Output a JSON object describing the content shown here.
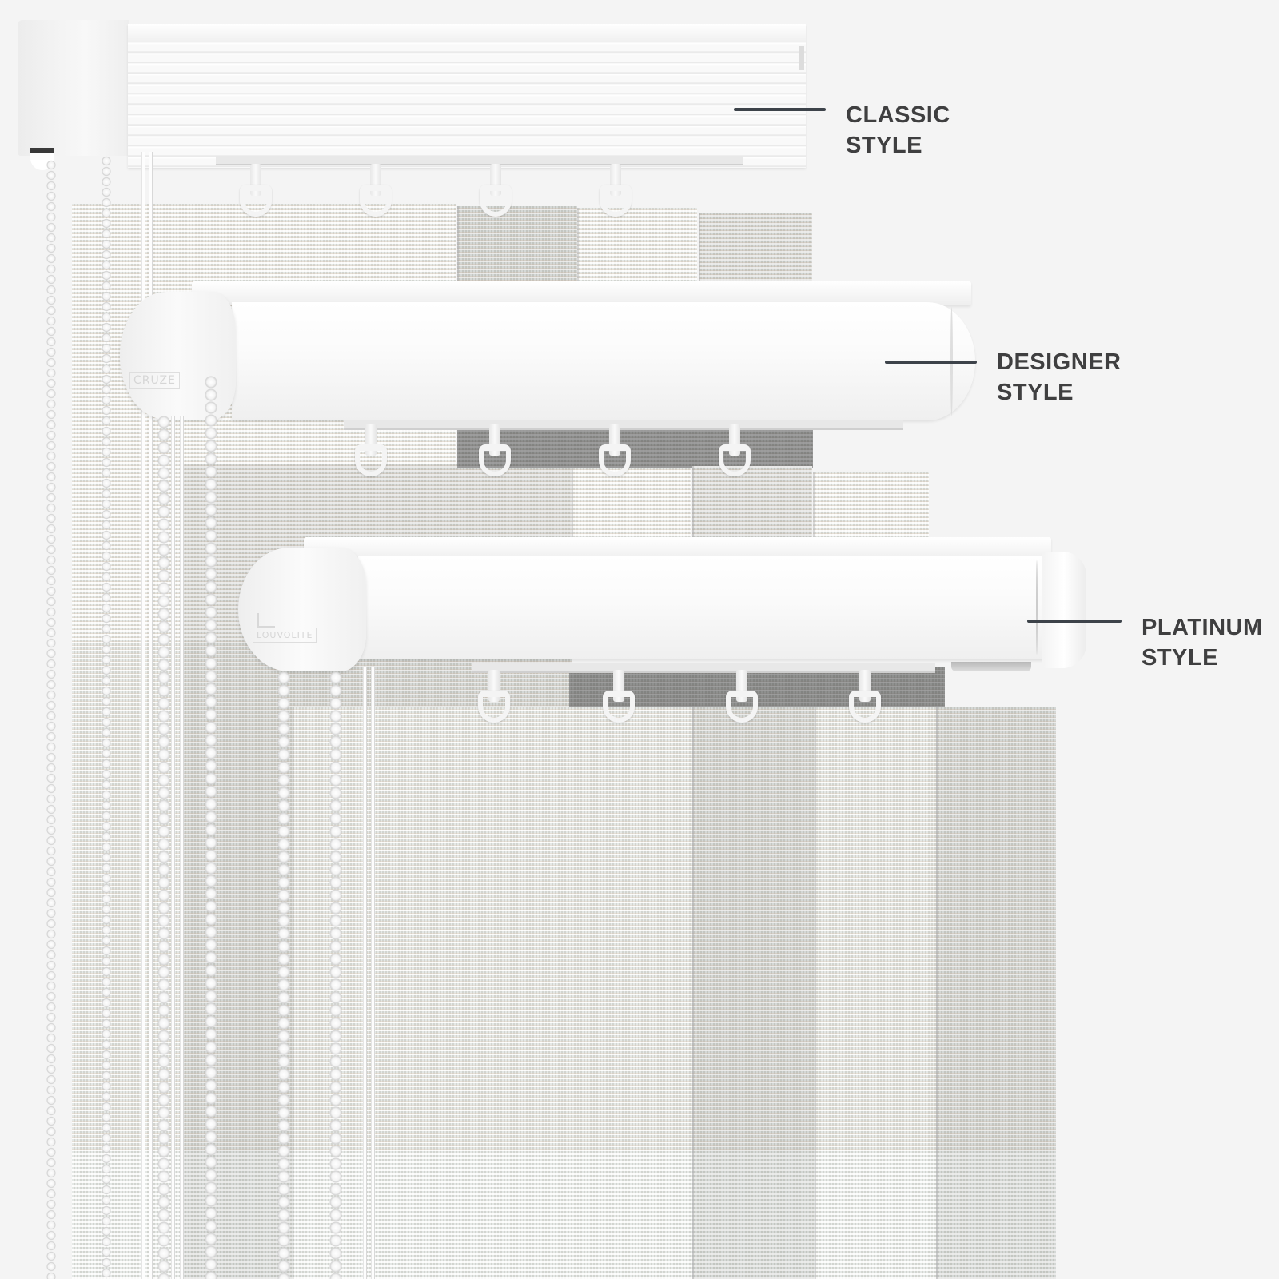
{
  "background_color": "#f4f4f4",
  "accent_line_color": "#3d434a",
  "label_text_color": "#3f3f40",
  "callouts": [
    {
      "id": "classic",
      "line1": "CLASSIC",
      "line2": "STYLE"
    },
    {
      "id": "designer",
      "line1": "DESIGNER",
      "line2": "STYLE"
    },
    {
      "id": "platinum",
      "line1": "PLATINUM",
      "line2": "STYLE"
    }
  ],
  "headrails": {
    "classic": {
      "brand_mark": ""
    },
    "designer": {
      "brand_mark": "CRUZE"
    },
    "platinum": {
      "brand_mark": "LOUVOLITE"
    }
  },
  "fabric": {
    "description": "textured off-white woven vane",
    "base_color": "#e6e3dc"
  }
}
